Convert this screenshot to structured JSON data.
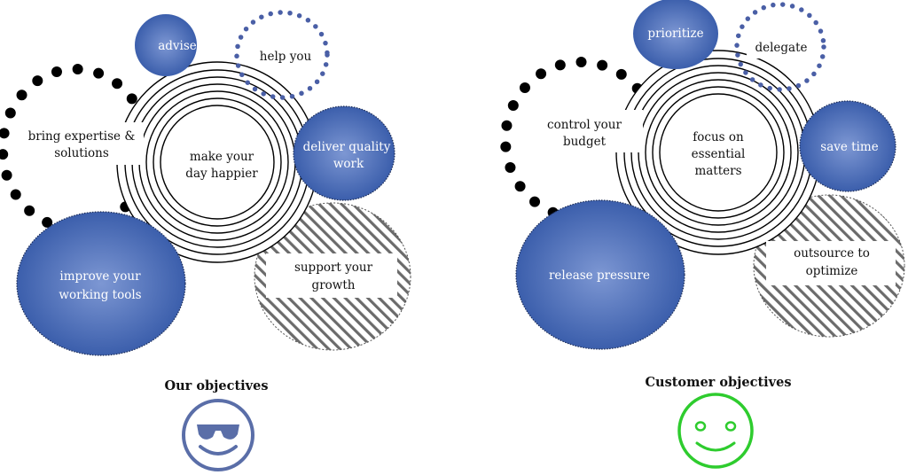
{
  "colors": {
    "blue_light": "#7d97d3",
    "blue_dark": "#3559a8",
    "dot_blue": "#4a5fa6",
    "black": "#000000",
    "smiley_left": "#5a6ea8",
    "smiley_right": "#2ecc2e"
  },
  "left": {
    "title": "Our objectives",
    "face_icon": "sunglasses-smiley-icon",
    "bubbles": {
      "advise": "advise",
      "help_you": "help you",
      "expertise": [
        "bring expertise &",
        "solutions"
      ],
      "center": [
        "make your",
        "day happier"
      ],
      "deliver": [
        "deliver quality",
        "work"
      ],
      "tools": [
        "improve your",
        "working tools"
      ],
      "growth": [
        "support your",
        "growth"
      ]
    }
  },
  "right": {
    "title": "Customer objectives",
    "face_icon": "smiley-icon",
    "bubbles": {
      "prioritize": "prioritize",
      "delegate": "delegate",
      "budget": [
        "control your",
        "budget"
      ],
      "center": [
        "focus on",
        "essential",
        "matters"
      ],
      "save_time": "save time",
      "pressure": "release pressure",
      "outsource": [
        "outsource to",
        "optimize"
      ]
    }
  }
}
